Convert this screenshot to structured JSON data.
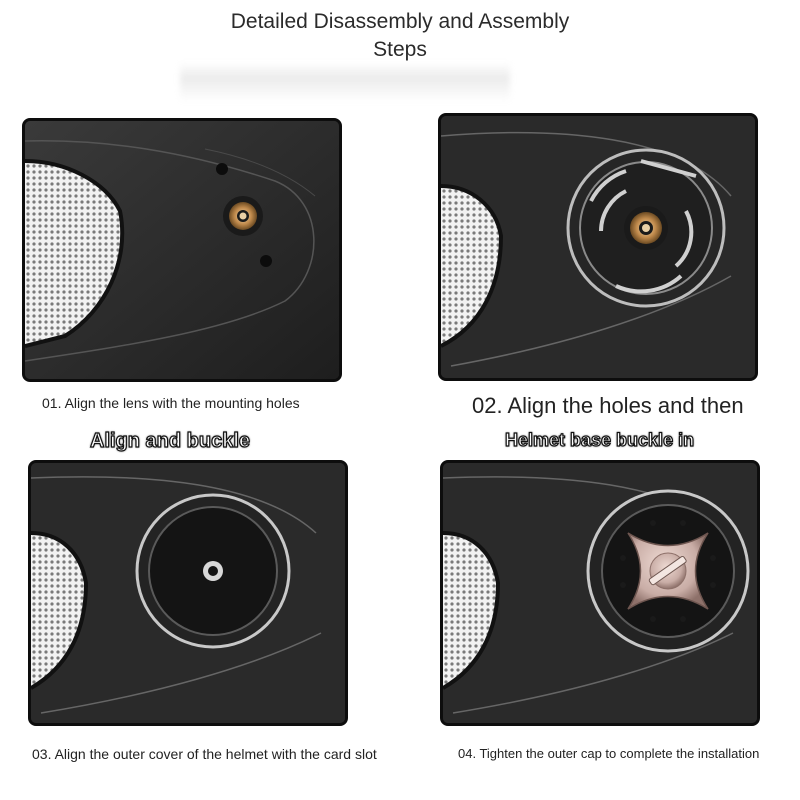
{
  "header": {
    "title_line1": "Detailed Disassembly and Assembly",
    "title_line2": "Steps"
  },
  "steps": [
    {
      "caption": "01. Align the lens with the mounting holes",
      "overlay": "Align and buckle"
    },
    {
      "caption": "02. Align the holes and then",
      "overlay": "Helmet base buckle in"
    },
    {
      "caption": "03. Align the outer cover of the helmet with the card slot"
    },
    {
      "caption": "04. Tighten the outer cap to complete the installation"
    }
  ],
  "colors": {
    "shell": "#2c2c2c",
    "brass": "#c89a5c",
    "cap": "#c9ada6",
    "mesh": "#e8e8e8"
  }
}
